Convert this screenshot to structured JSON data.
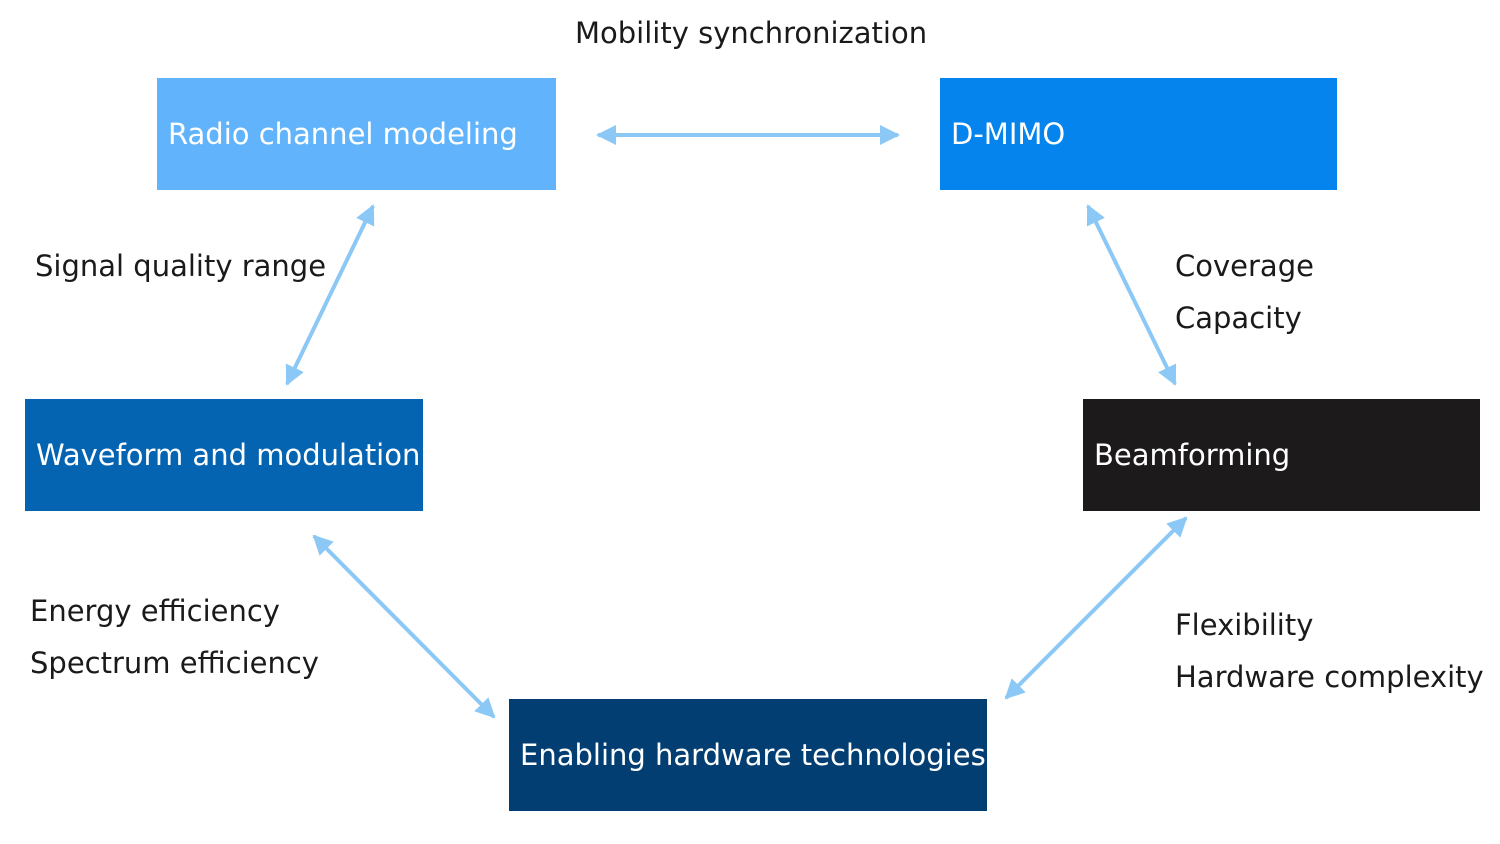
{
  "nodes": {
    "radio_channel_modeling": {
      "label": "Radio channel modeling",
      "color": "#61b4fc"
    },
    "d_mimo": {
      "label": "D-MIMO",
      "color": "#0684ee"
    },
    "waveform_modulation": {
      "label": "Waveform and modulation",
      "color": "#0564b2"
    },
    "beamforming": {
      "label": "Beamforming",
      "color": "#1c1a1a"
    },
    "enabling_hardware": {
      "label": "Enabling hardware technologies",
      "color": "#033e72"
    }
  },
  "edge_labels": {
    "top": [
      "Mobility synchronization"
    ],
    "left_upper": [
      "Signal quality range"
    ],
    "right_upper": [
      "Coverage",
      "Capacity"
    ],
    "left_lower": [
      "Energy efficiency",
      "Spectrum efficiency"
    ],
    "right_lower": [
      "Flexibility",
      "Hardware complexity"
    ]
  },
  "arrow_color": "#8cc8f5",
  "text_color": "#1a1a1a"
}
